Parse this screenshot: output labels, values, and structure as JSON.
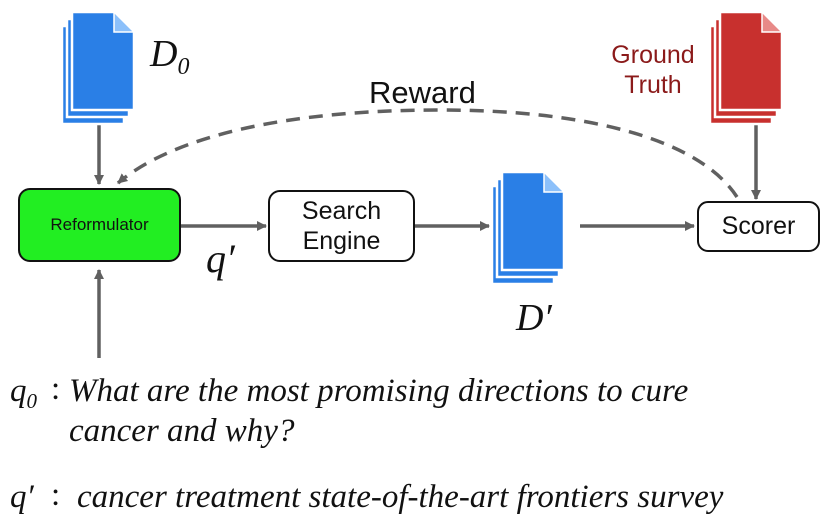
{
  "colors": {
    "doc_blue": "#2A7FE6",
    "doc_red": "#C8302E",
    "reformulator_fill": "#22EE22",
    "ground_truth_text": "#8B1A1A",
    "arrow_gray": "#606060"
  },
  "diagram": {
    "d0_label": "D",
    "d0_sub": "0",
    "ground_truth_line1": "Ground",
    "ground_truth_line2": "Truth",
    "reward_label": "Reward",
    "reformulator_label": "Reformulator",
    "search_engine_line1": "Search",
    "search_engine_line2": "Engine",
    "scorer_label": "Scorer",
    "q_prime_label": "q′",
    "d_prime_label": "D′"
  },
  "icons": {
    "d0": "document-stack-icon",
    "d_prime": "document-stack-icon",
    "ground_truth": "document-stack-icon"
  },
  "caption": {
    "q0_symbol": "q",
    "q0_sub": "0",
    "q0_colon": ":",
    "q0_line1": "What are the most promising directions to cure",
    "q0_line2": "cancer and why?",
    "qp_symbol": "q′",
    "qp_colon": ":",
    "qp_text": "cancer treatment state-of-the-art frontiers survey"
  }
}
